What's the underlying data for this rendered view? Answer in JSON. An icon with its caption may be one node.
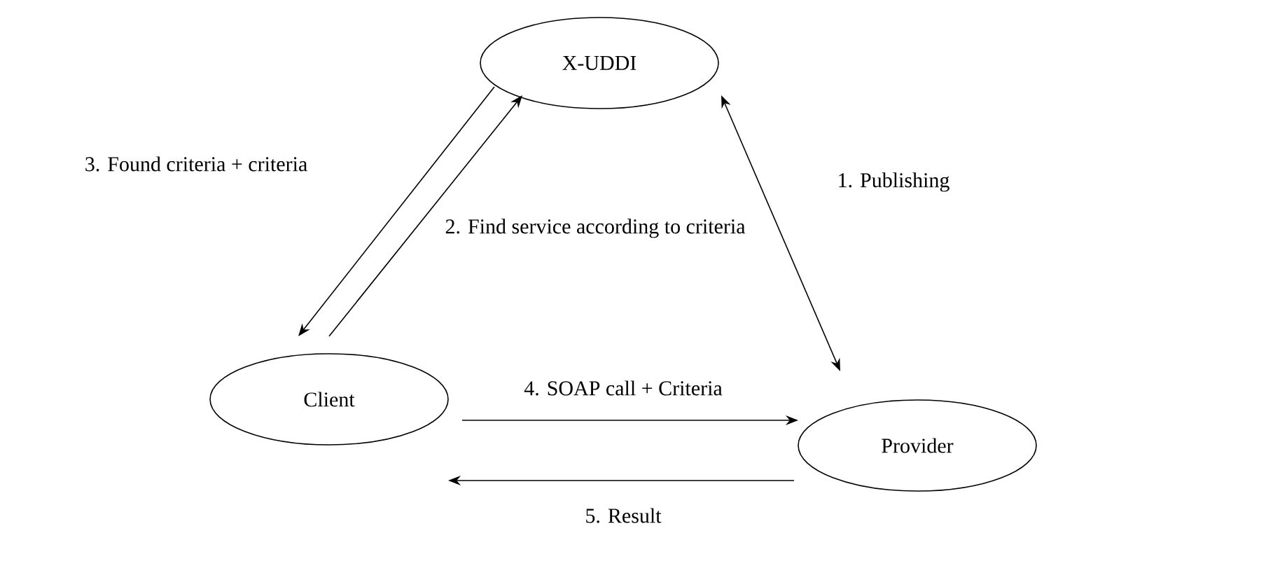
{
  "diagram": {
    "nodes": [
      {
        "text": [
          "X-UDDI"
        ]
      },
      {
        "text": [
          "Client"
        ]
      },
      {
        "text": [
          "Provider"
        ]
      }
    ],
    "edges": [
      {
        "from": 2,
        "to": 0,
        "arrow": "both",
        "label": "1. Publishing"
      },
      {
        "from": 1,
        "to": 0,
        "arrow": "to",
        "label": "2. Find service according to criteria"
      },
      {
        "from": 0,
        "to": 1,
        "arrow": "to",
        "label": "3. Found criteria + criteria"
      },
      {
        "from": 1,
        "to": 2,
        "arrow": "to",
        "label": "4. SOAP call + Criteria"
      },
      {
        "from": 2,
        "to": 1,
        "arrow": "to",
        "label": "5. Result"
      }
    ]
  }
}
